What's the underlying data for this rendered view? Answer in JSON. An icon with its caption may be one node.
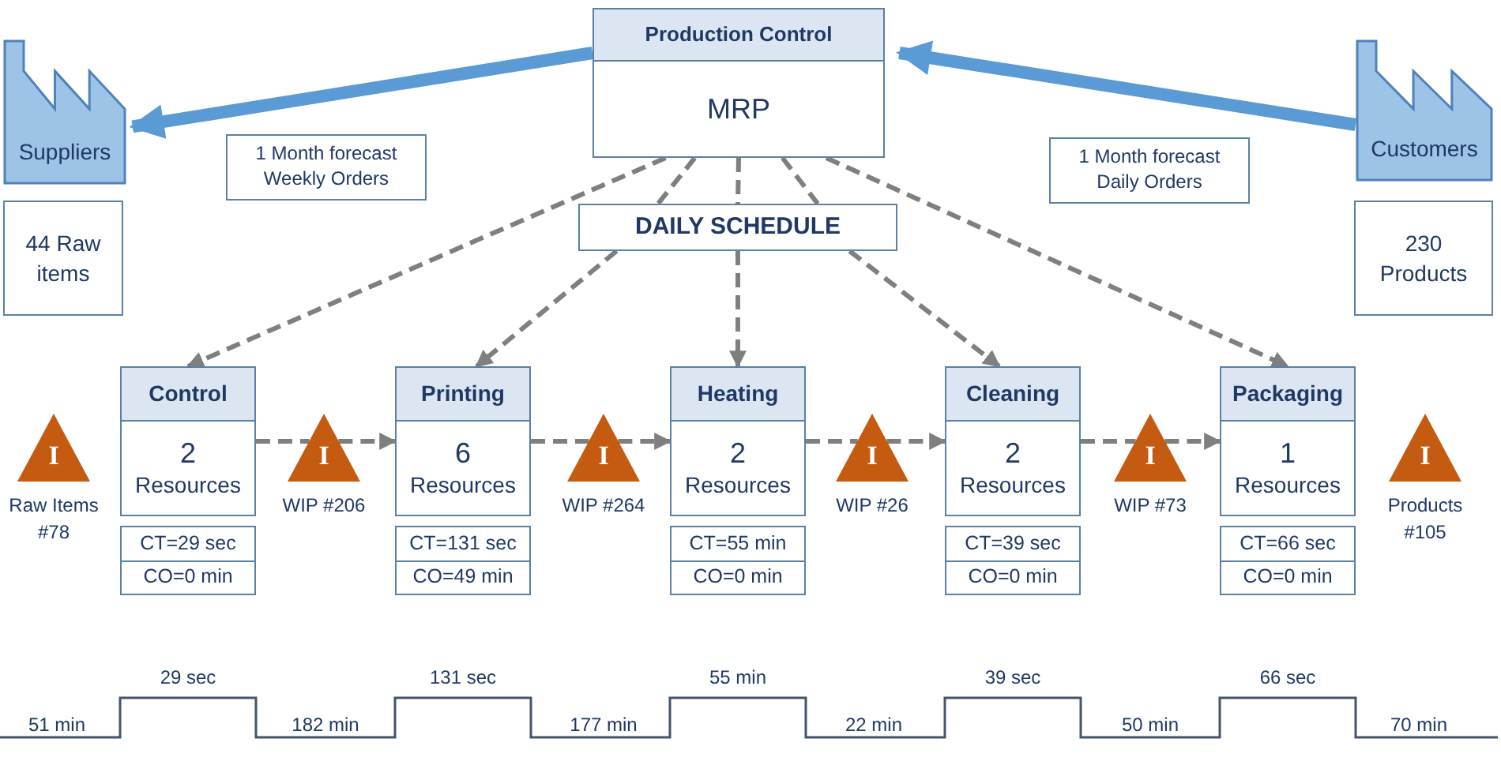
{
  "diagram": {
    "nodes": [
      {
        "text": [
          "Suppliers"
        ]
      },
      {
        "text": [
          "44 Raw items"
        ]
      },
      {
        "text": [
          "1 Month forecast Weekly Orders"
        ]
      },
      {
        "text": [
          "Production Control",
          "MRP"
        ]
      },
      {
        "text": [
          "1 Month forecast Daily Orders"
        ]
      },
      {
        "text": [
          "Customers"
        ]
      },
      {
        "text": [
          "230 Products"
        ]
      },
      {
        "text": [
          "DAILY SCHEDULE"
        ]
      },
      {
        "text": [
          "I"
        ],
        "beside": [
          "Raw Items #78"
        ]
      },
      {
        "text": [
          "Control",
          "2",
          "Resources"
        ]
      },
      {
        "text": [
          "CT=29 sec",
          "CO=0 min"
        ]
      },
      {
        "text": [
          "I"
        ],
        "beside": [
          "WIP #206"
        ]
      },
      {
        "text": [
          "Printing",
          "6",
          "Resources"
        ]
      },
      {
        "text": [
          "CT=131 sec",
          "CO=49 min"
        ]
      },
      {
        "text": [
          "I"
        ],
        "beside": [
          "WIP #264"
        ]
      },
      {
        "text": [
          "Heating",
          "2",
          "Resources"
        ]
      },
      {
        "text": [
          "CT=55 min",
          "CO=0 min"
        ]
      },
      {
        "text": [
          "I"
        ],
        "beside": [
          "WIP #26"
        ]
      },
      {
        "text": [
          "Cleaning",
          "2",
          "Resources"
        ]
      },
      {
        "text": [
          "CT=39 sec",
          "CO=0 min"
        ]
      },
      {
        "text": [
          "I"
        ],
        "beside": [
          "WIP #73"
        ]
      },
      {
        "text": [
          "Packaging",
          "1",
          "Resources"
        ]
      },
      {
        "text": [
          "CT=66 sec",
          "CO=0 min"
        ]
      },
      {
        "text": [
          "I"
        ],
        "beside": [
          "Products #105"
        ]
      }
    ],
    "edges": [
      {
        "from": 3,
        "to": 0,
        "arrow": "to",
        "style": "thick",
        "color": "#5b9bd5"
      },
      {
        "from": 5,
        "to": 3,
        "arrow": "to",
        "style": "thick",
        "color": "#5b9bd5"
      },
      {
        "from": 3,
        "to": 9,
        "arrow": "to",
        "style": "dashed"
      },
      {
        "from": 3,
        "to": 7,
        "arrow": "none",
        "style": "dashed"
      },
      {
        "from": 3,
        "to": 7,
        "arrow": "none",
        "style": "dashed"
      },
      {
        "from": 3,
        "to": 7,
        "arrow": "none",
        "style": "dashed"
      },
      {
        "from": 7,
        "to": 12,
        "arrow": "to",
        "style": "dashed"
      },
      {
        "from": 7,
        "to": 15,
        "arrow": "to",
        "style": "dashed"
      },
      {
        "from": 7,
        "to": 18,
        "arrow": "to",
        "style": "dashed"
      },
      {
        "from": 3,
        "to": 21,
        "arrow": "to",
        "style": "dashed"
      },
      {
        "from": 9,
        "to": 11,
        "arrow": "none",
        "style": "dashed"
      },
      {
        "from": 11,
        "to": 12,
        "arrow": "to",
        "style": "dashed"
      },
      {
        "from": 12,
        "to": 14,
        "arrow": "none",
        "style": "dashed"
      },
      {
        "from": 14,
        "to": 15,
        "arrow": "to",
        "style": "dashed"
      },
      {
        "from": 15,
        "to": 17,
        "arrow": "none",
        "style": "dashed"
      },
      {
        "from": 17,
        "to": 18,
        "arrow": "to",
        "style": "dashed"
      },
      {
        "from": 18,
        "to": 20,
        "arrow": "none",
        "style": "dashed"
      },
      {
        "from": 20,
        "to": 21,
        "arrow": "to",
        "style": "dashed"
      }
    ],
    "labels": [
      "29 sec",
      "131 sec",
      "55 min",
      "39 sec",
      "66 sec",
      "51 min",
      "182 min",
      "177 min",
      "22 min",
      "50 min",
      "70 min"
    ]
  }
}
